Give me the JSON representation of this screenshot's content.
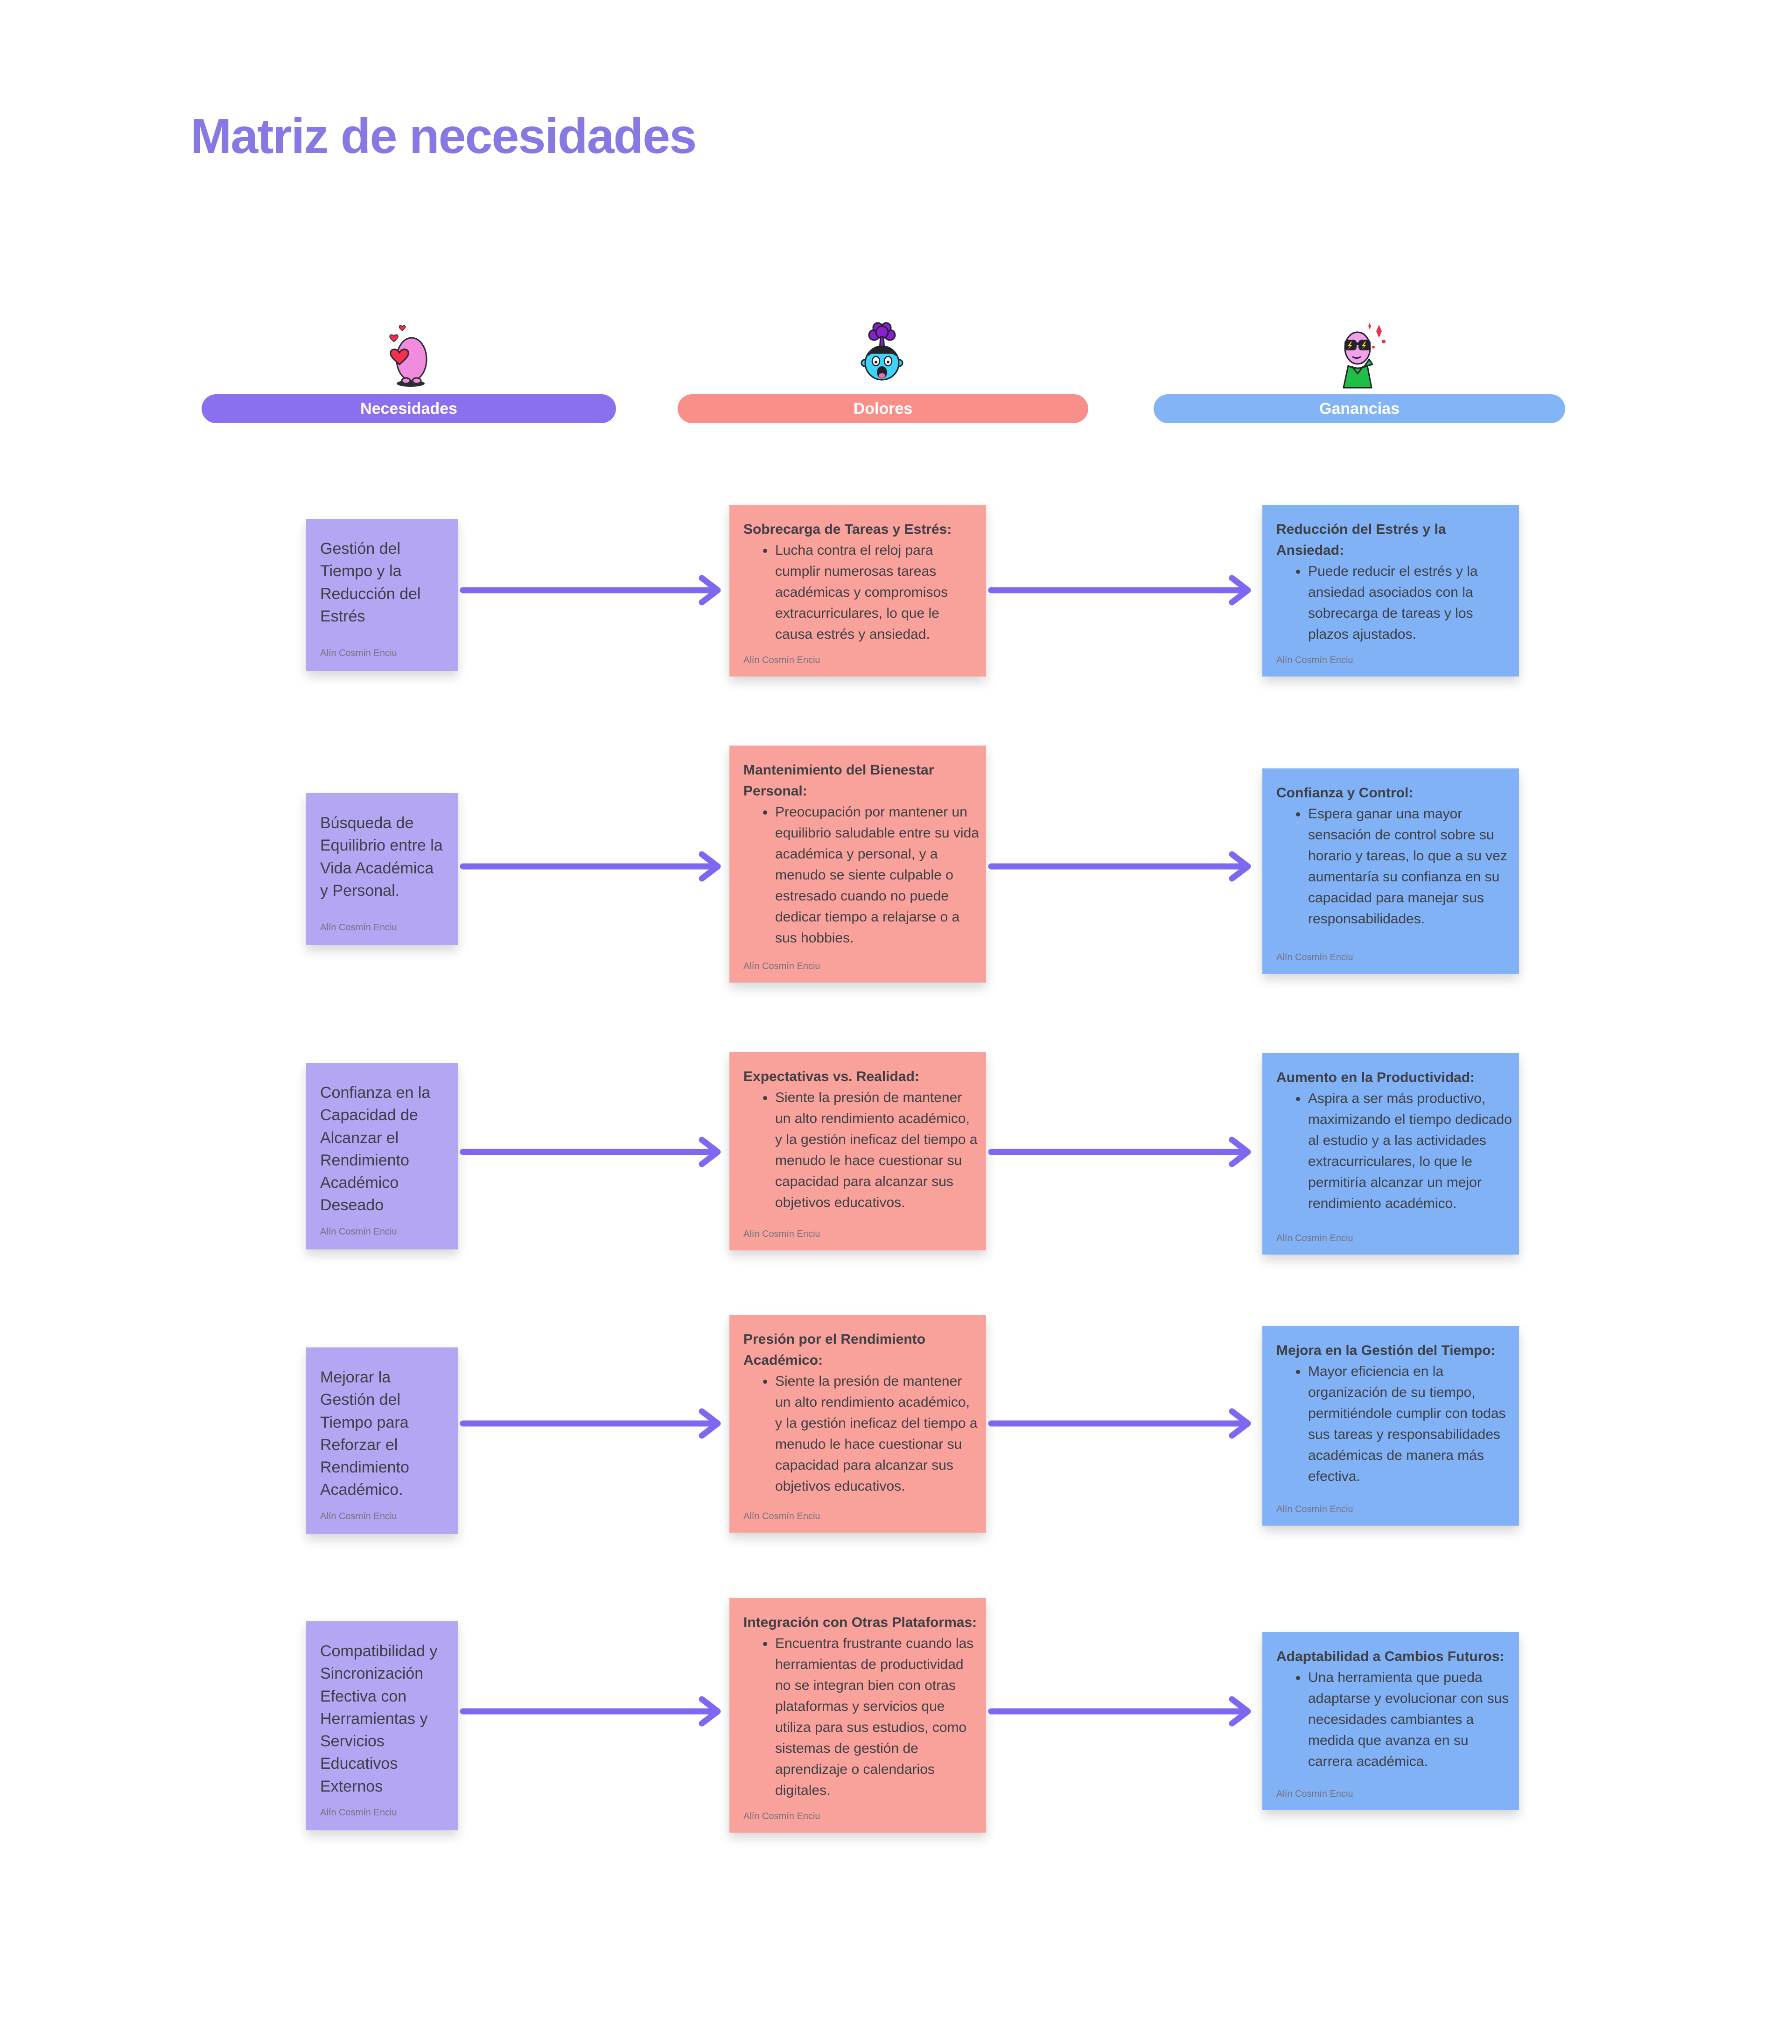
{
  "board": {
    "title": "Matriz de necesidades",
    "note_author": "Alín Cosmín Enciu"
  },
  "columns": [
    {
      "label": "Necesidades",
      "pill_color": "#8A6FEE",
      "note_color": "#B4A6F3",
      "mascot_icon": "heart-hug-mascot"
    },
    {
      "label": "Dolores",
      "pill_color": "#F98F8B",
      "note_color": "#F9A29B",
      "mascot_icon": "mind-blown-mascot"
    },
    {
      "label": "Ganancias",
      "pill_color": "#82B4F6",
      "note_color": "#81B2F5",
      "mascot_icon": "cool-shades-mascot"
    }
  ],
  "rows": [
    {
      "need": "Gestión del Tiempo y la Reducción del Estrés",
      "pain_title": "Sobrecarga de Tareas y Estrés:",
      "pain_bullet": "Lucha contra el reloj para cumplir numerosas tareas académicas y compromisos extracurriculares, lo que le causa estrés y ansiedad.",
      "gain_title": "Reducción del Estrés y la Ansiedad:",
      "gain_bullet": "Puede reducir el estrés y la ansiedad asociados con la sobrecarga de tareas y los plazos ajustados."
    },
    {
      "need": "Búsqueda de Equilibrio entre la Vida Académica y Personal.",
      "pain_title": "Mantenimiento del Bienestar Personal:",
      "pain_bullet": "Preocupación por mantener un equilibrio saludable entre su vida académica y personal, y a menudo se siente culpable o estresado cuando no puede dedicar tiempo a relajarse o a sus hobbies.",
      "gain_title": "Confianza y Control:",
      "gain_bullet": "Espera ganar una mayor sensación de control sobre su horario y tareas, lo que a su vez aumentaría su confianza en su capacidad para manejar sus responsabilidades."
    },
    {
      "need": "Confianza en la Capacidad de Alcanzar el Rendimiento Académico Deseado",
      "pain_title": "Expectativas vs. Realidad:",
      "pain_bullet": "Siente la presión de mantener un alto rendimiento académico, y la gestión ineficaz del tiempo a menudo le hace cuestionar su capacidad para alcanzar sus objetivos educativos.",
      "gain_title": "Aumento en la Productividad:",
      "gain_bullet": "Aspira a ser más productivo, maximizando el tiempo dedicado al estudio y a las actividades extracurriculares, lo que le permitiría alcanzar un mejor rendimiento académico."
    },
    {
      "need": "Mejorar la Gestión del Tiempo para Reforzar el Rendimiento Académico.",
      "pain_title": "Presión por el Rendimiento Académico:",
      "pain_bullet": "Siente la presión de mantener un alto rendimiento académico, y la gestión ineficaz del tiempo a menudo le hace cuestionar su capacidad para alcanzar sus objetivos educativos.",
      "gain_title": "Mejora en la Gestión del Tiempo:",
      "gain_bullet": "Mayor eficiencia en la organización de su tiempo, permitiéndole cumplir con todas sus tareas y responsabilidades académicas de manera más efectiva."
    },
    {
      "need": "Compatibilidad y Sincronización Efectiva con Herramientas y Servicios Educativos Externos",
      "pain_title": "Integración con Otras Plataformas:",
      "pain_bullet": "Encuentra frustrante cuando las herramientas de productividad no se integran bien con otras plataformas y servicios que utiliza para sus estudios, como sistemas de gestión de aprendizaje o calendarios digitales.",
      "gain_title": "Adaptabilidad a Cambios Futuros:",
      "gain_bullet": "Una herramienta que pueda adaptarse y evolucionar con sus necesidades cambiantes a medida que avanza en su carrera académica."
    }
  ],
  "colors": {
    "background": "#FFFFFF",
    "title": "#8679E3",
    "arrow": "#7D68F2",
    "note_text": "#3F3F46",
    "author_text": "#76717F"
  }
}
